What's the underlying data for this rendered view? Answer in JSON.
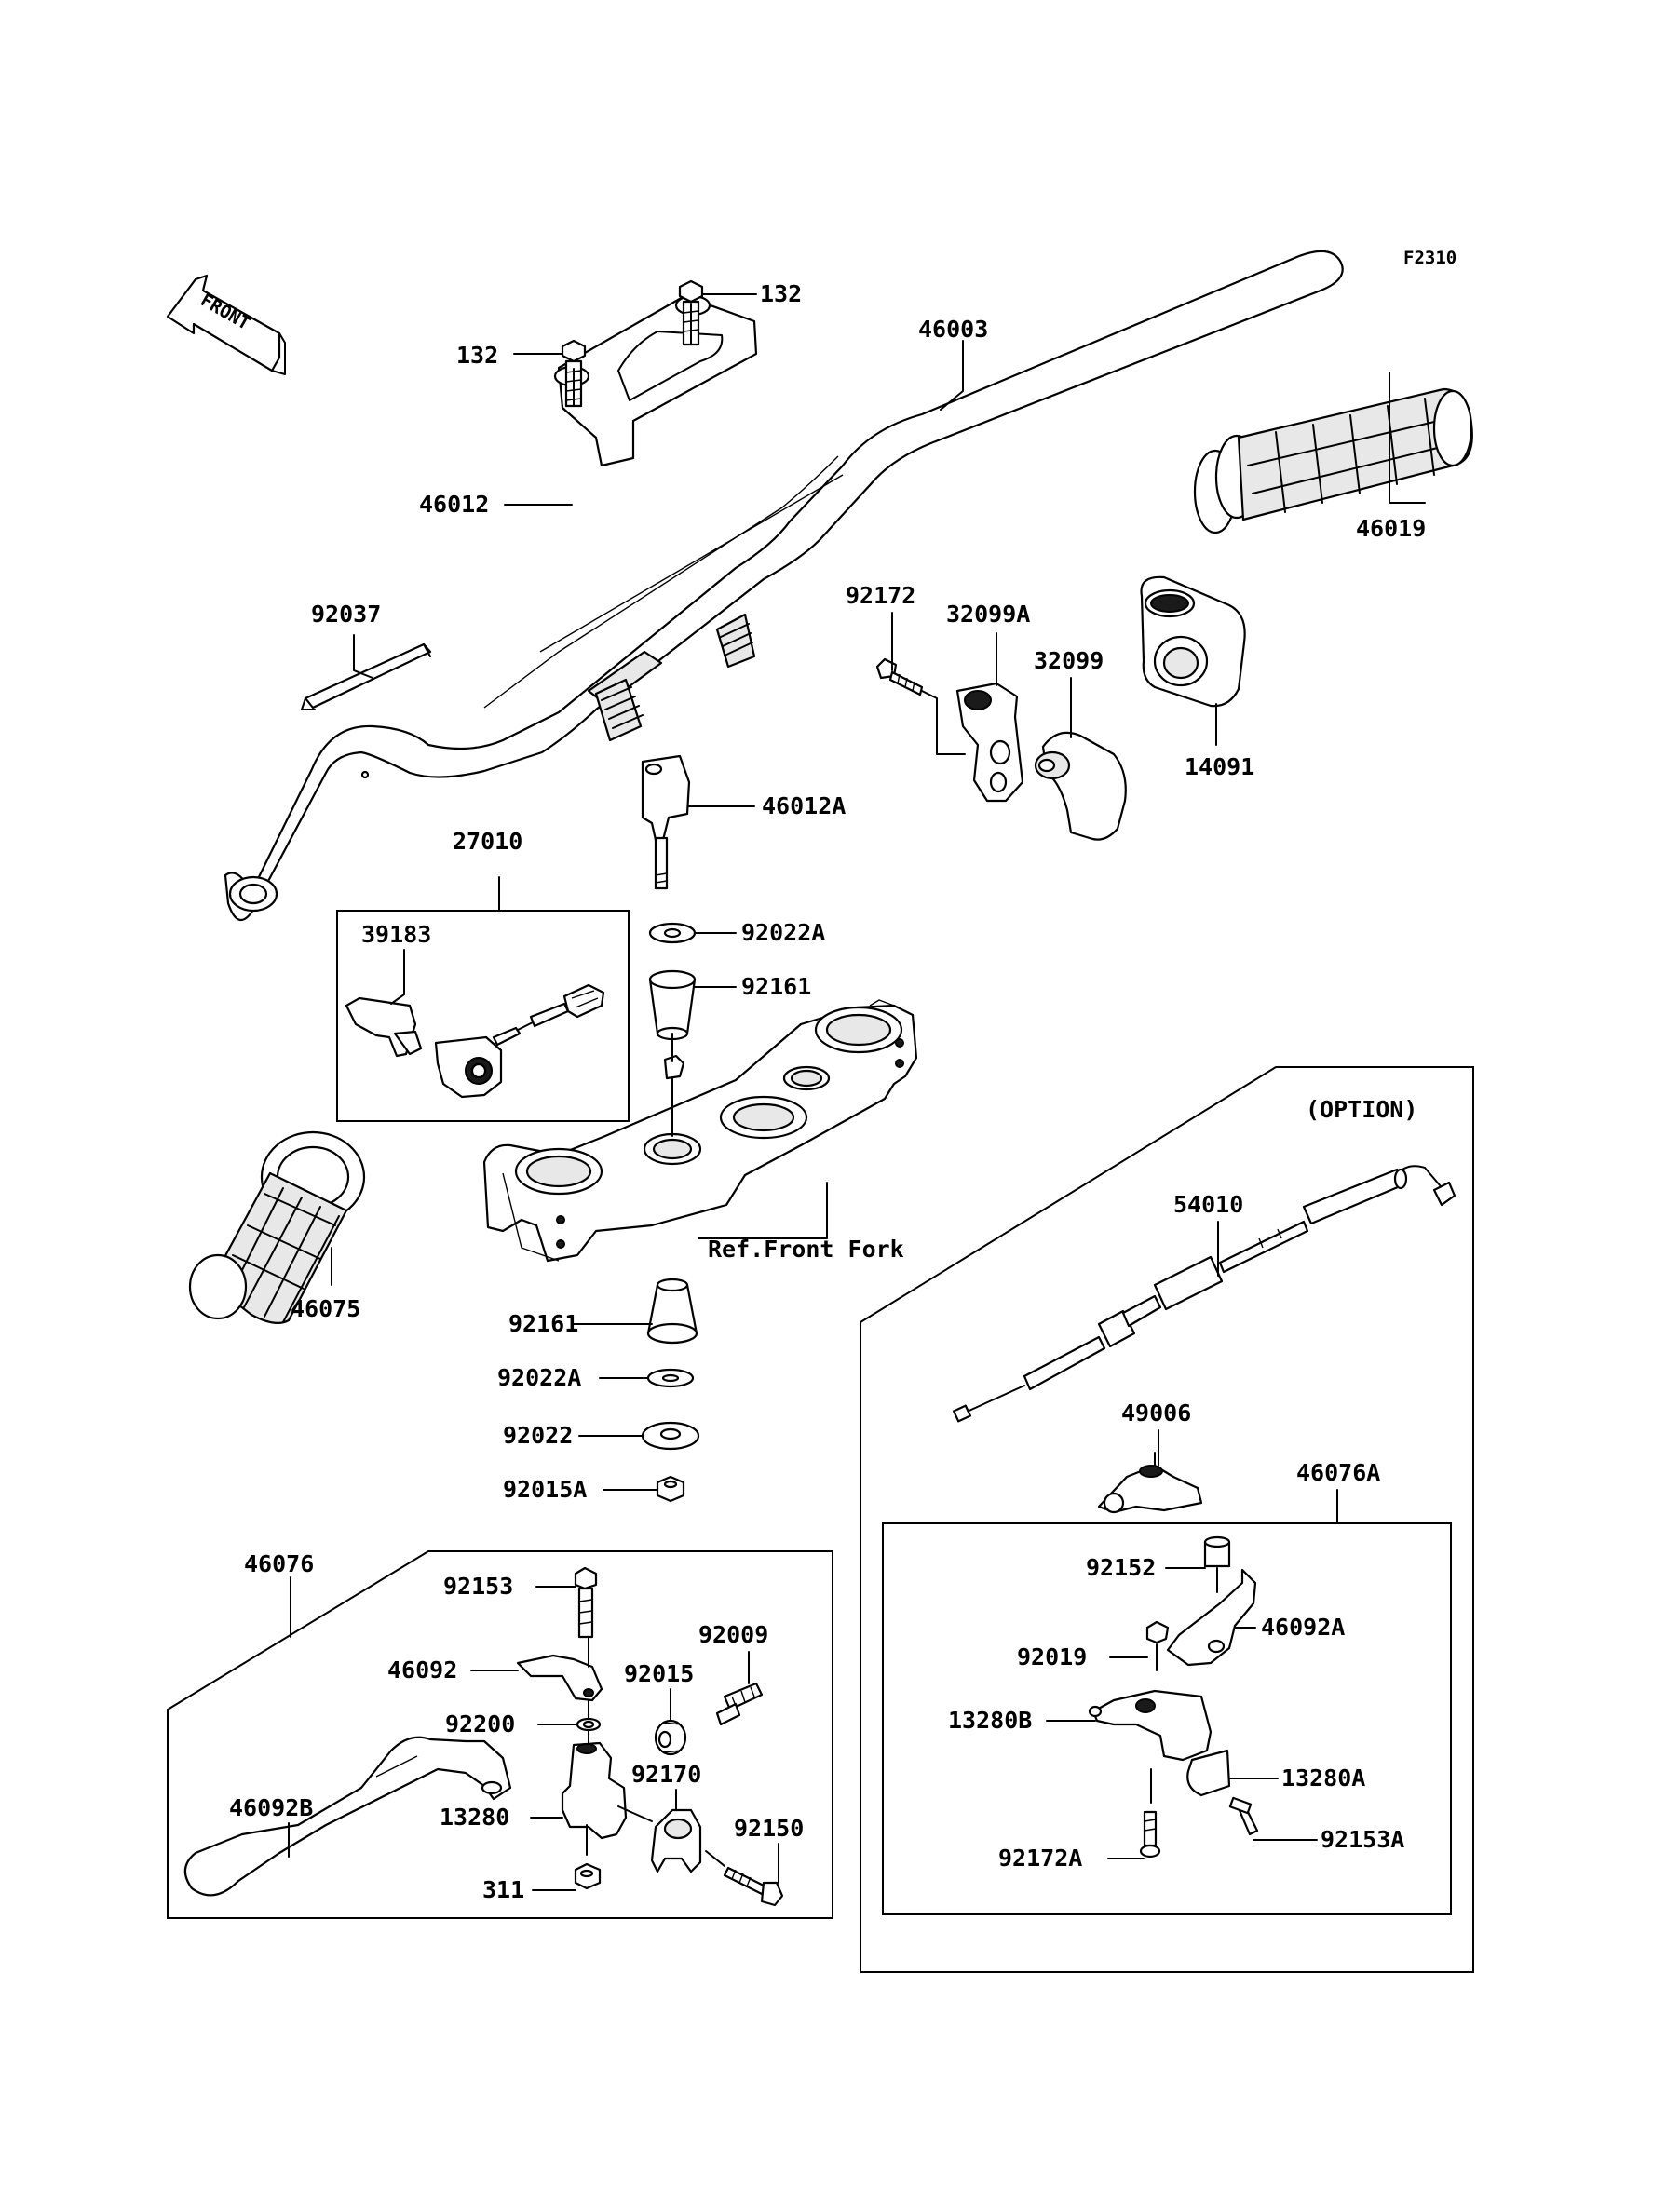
{
  "figure_code": "F2310",
  "front_label": "FRONT",
  "reference_label": "Ref.Front Fork",
  "option_label": "(OPTION)",
  "callouts": {
    "c132a": "132",
    "c132b": "132",
    "c46003": "46003",
    "c46012": "46012",
    "c46019": "46019",
    "c92037": "92037",
    "c92172": "92172",
    "c32099A": "32099A",
    "c32099": "32099",
    "c14091": "14091",
    "c46012A": "46012A",
    "c27010": "27010",
    "c39183": "39183",
    "c92022A_top": "92022A",
    "c92161_top": "92161",
    "c46075": "46075",
    "c92161_bot": "92161",
    "c92022A_bot": "92022A",
    "c92022": "92022",
    "c92015A": "92015A",
    "c54010": "54010",
    "c49006": "49006",
    "c46076A": "46076A",
    "c92152": "92152",
    "c46092A": "46092A",
    "c92019": "92019",
    "c13280B": "13280B",
    "c13280A": "13280A",
    "c92172A": "92172A",
    "c92153A": "92153A",
    "c46076": "46076",
    "c92153": "92153",
    "c92009": "92009",
    "c46092": "46092",
    "c92015": "92015",
    "c92200": "92200",
    "c46092B": "46092B",
    "c92170": "92170",
    "c13280": "13280",
    "c92150": "92150",
    "c311": "311"
  }
}
